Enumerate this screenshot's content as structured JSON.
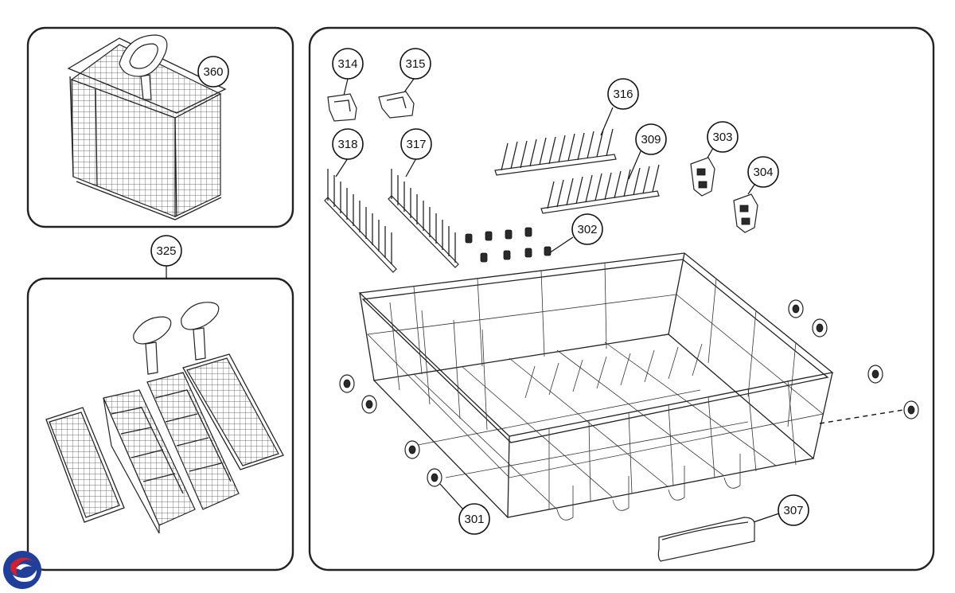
{
  "callouts": {
    "c360": "360",
    "c325": "325",
    "c314": "314",
    "c315": "315",
    "c316": "316",
    "c309": "309",
    "c303": "303",
    "c304": "304",
    "c318": "318",
    "c317": "317",
    "c302": "302",
    "c301": "301",
    "c307": "307"
  },
  "colors": {
    "line": "#222222",
    "background": "#ffffff",
    "logo_blue": "#1f3f9a",
    "logo_red": "#d4202c"
  },
  "icons": [
    "brand-logo-icon"
  ]
}
